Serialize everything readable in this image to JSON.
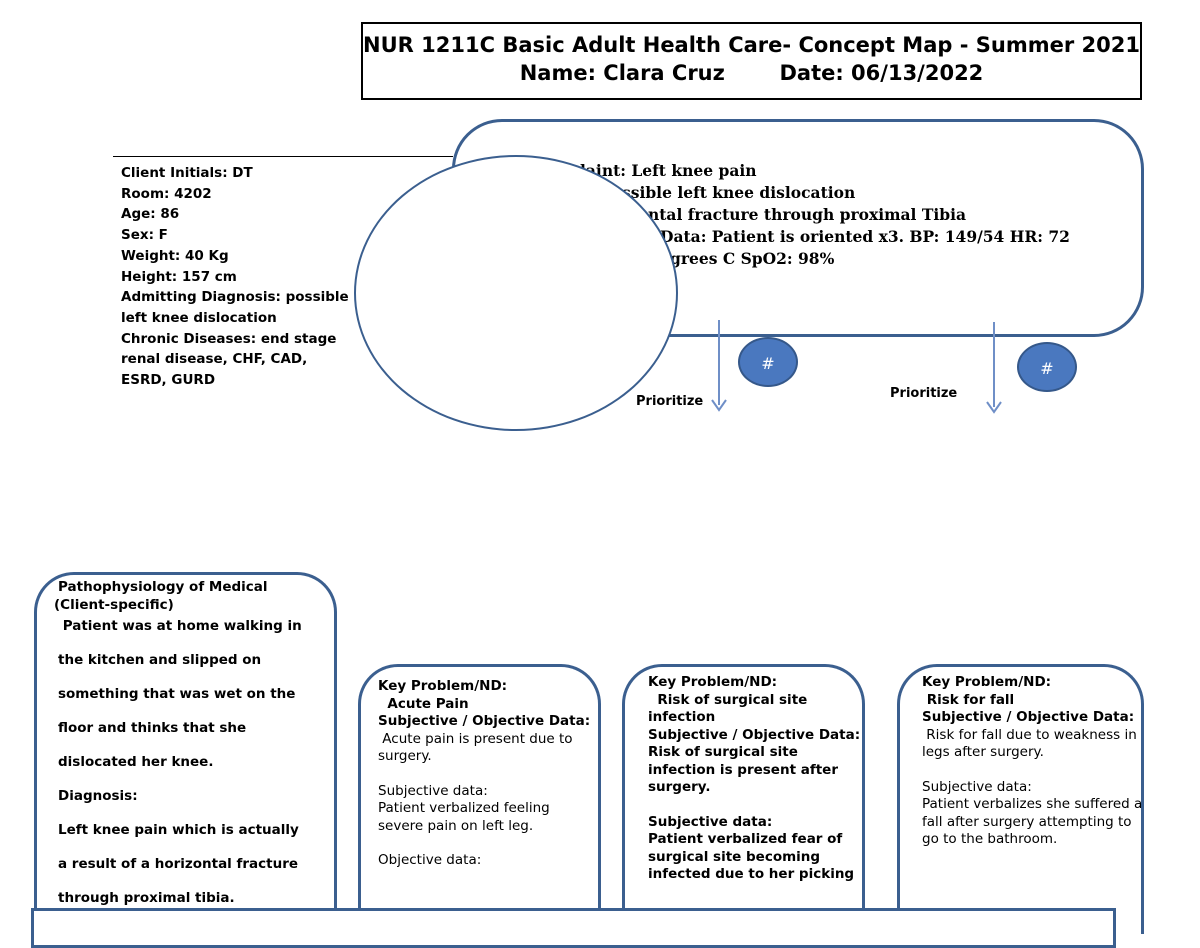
{
  "header": {
    "title": "NUR 1211C Basic Adult Health Care- Concept Map - Summer 2021",
    "name": "Name: Clara Cruz",
    "date": "Date: 06/13/2022"
  },
  "client": {
    "lines": [
      "Client Initials: DT",
      "Room: 4202",
      "Age: 86",
      "Sex: F",
      "Weight: 40 Kg",
      "Height: 157 cm",
      "Admitting Diagnosis: possible",
      "left knee dislocation",
      "Chronic Diseases: end stage",
      "renal disease, CHF, CAD,",
      "ESRD, GURD"
    ]
  },
  "complaint": {
    "lines": [
      "laint: Left knee pain",
      "ssible left knee dislocation",
      "ntal fracture through proximal Tibia",
      "Data: Patient is oriented x3. BP: 149/54 HR: 72",
      "grees C SpO2: 98%"
    ]
  },
  "badges": [
    "#",
    "#"
  ],
  "prioritize": [
    "Prioritize",
    "Prioritize"
  ],
  "patho": {
    "title1": "Pathophysiology of Medical",
    "title2": "(Client-specific)",
    "lines": [
      " Patient was at home walking in",
      "the kitchen and slipped on",
      "something that was wet on the",
      "floor and thinks that she",
      "dislocated her knee.",
      "Diagnosis:",
      "Left knee pain which is actually",
      "a result of a horizontal fracture",
      "through proximal tibia."
    ]
  },
  "cards": [
    {
      "heading": "Key Problem/ND:",
      "problem": "  Acute Pain",
      "data_label": "Subjective / Objective Data:",
      "data_text": " Acute pain is present due to surgery.",
      "subj_label": "Subjective data:",
      "subj_text": "Patient verbalized feeling severe pain on left leg.",
      "obj_label": "Objective data:"
    },
    {
      "heading": "Key Problem/ND:",
      "problem": "  Risk of surgical site infection",
      "data_label": "Subjective / Objective Data:",
      "data_text": "Risk of surgical site infection is present after surgery.",
      "subj_label": "Subjective data:",
      "subj_text": "Patient verbalized fear of surgical site becoming infected due to her picking"
    },
    {
      "heading": "Key Problem/ND:",
      "problem": " Risk for fall",
      "data_label": "Subjective / Objective Data:",
      "data_text": " Risk for fall due to weakness in legs after surgery.",
      "subj_label": "Subjective data:",
      "subj_text": "Patient verbalizes she suffered a fall after surgery attempting to go to the bathroom."
    }
  ]
}
